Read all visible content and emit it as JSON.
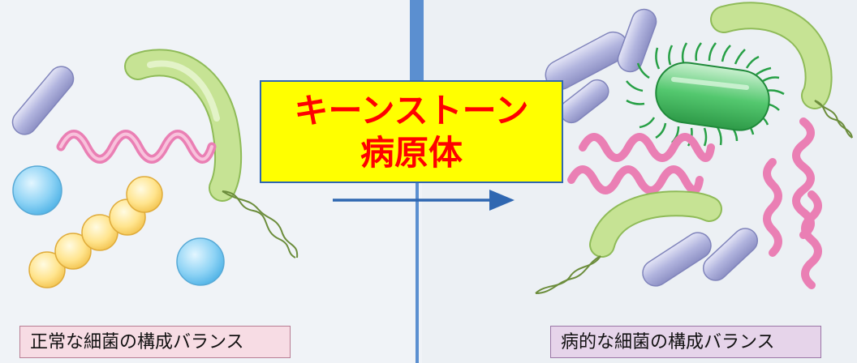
{
  "captions": {
    "normal": "正常な細菌の構成バランス",
    "pathogenic": "病的な細菌の構成バランス"
  },
  "banner": {
    "line1": "キーンストーン",
    "line2": "病原体",
    "background": "#ffff00",
    "text_color": "#ff0000",
    "border_color": "#2f67b1"
  },
  "colors": {
    "rod_bacteria": "#b5b8e0",
    "curved_rod_bacteria": "#bfe08a",
    "spirochete": "#ef8fbf",
    "coccus_blue": "#8fd3f4",
    "coccus_chain_yellow": "#ffe58a",
    "flagellated_pathogen": "#4fc36b",
    "arrow": "#2f67b1",
    "divider": "#5b8fd0"
  },
  "icons": [
    "rod-bacterium-icon",
    "curved-rod-bacterium-icon",
    "spirochete-icon",
    "coccus-icon",
    "streptococcus-chain-icon",
    "flagellated-bacterium-icon",
    "right-arrow-icon"
  ]
}
